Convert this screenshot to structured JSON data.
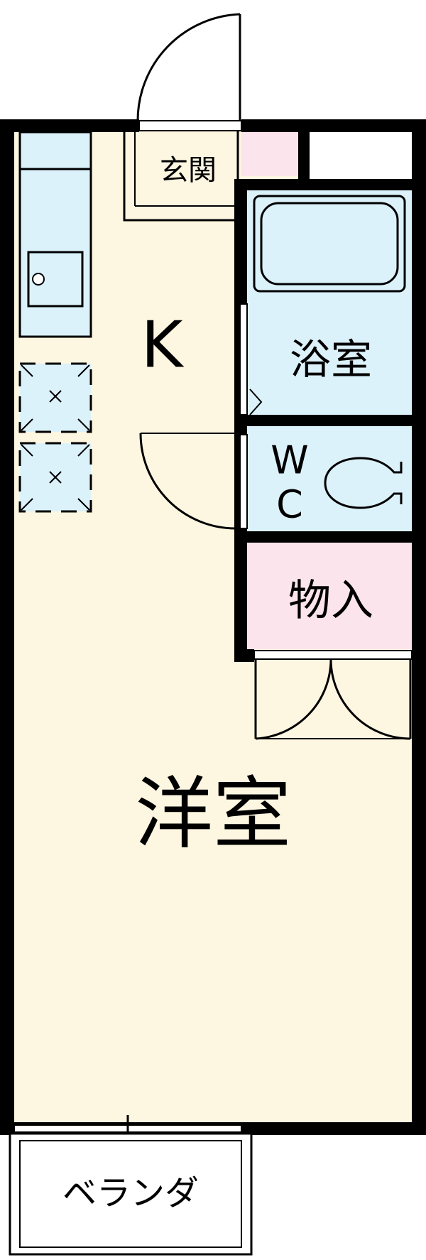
{
  "plan": {
    "rooms": {
      "entrance": "玄関",
      "kitchen": "K",
      "bath": "浴室",
      "wc_line1": "W",
      "wc_line2": "C",
      "storage": "物入",
      "western_room": "洋室",
      "balcony": "ベランダ"
    },
    "colors": {
      "floor": "#fdf6e1",
      "wet_area": "#dcf2fb",
      "storage": "#fce4ec",
      "wall": "#000000"
    }
  }
}
